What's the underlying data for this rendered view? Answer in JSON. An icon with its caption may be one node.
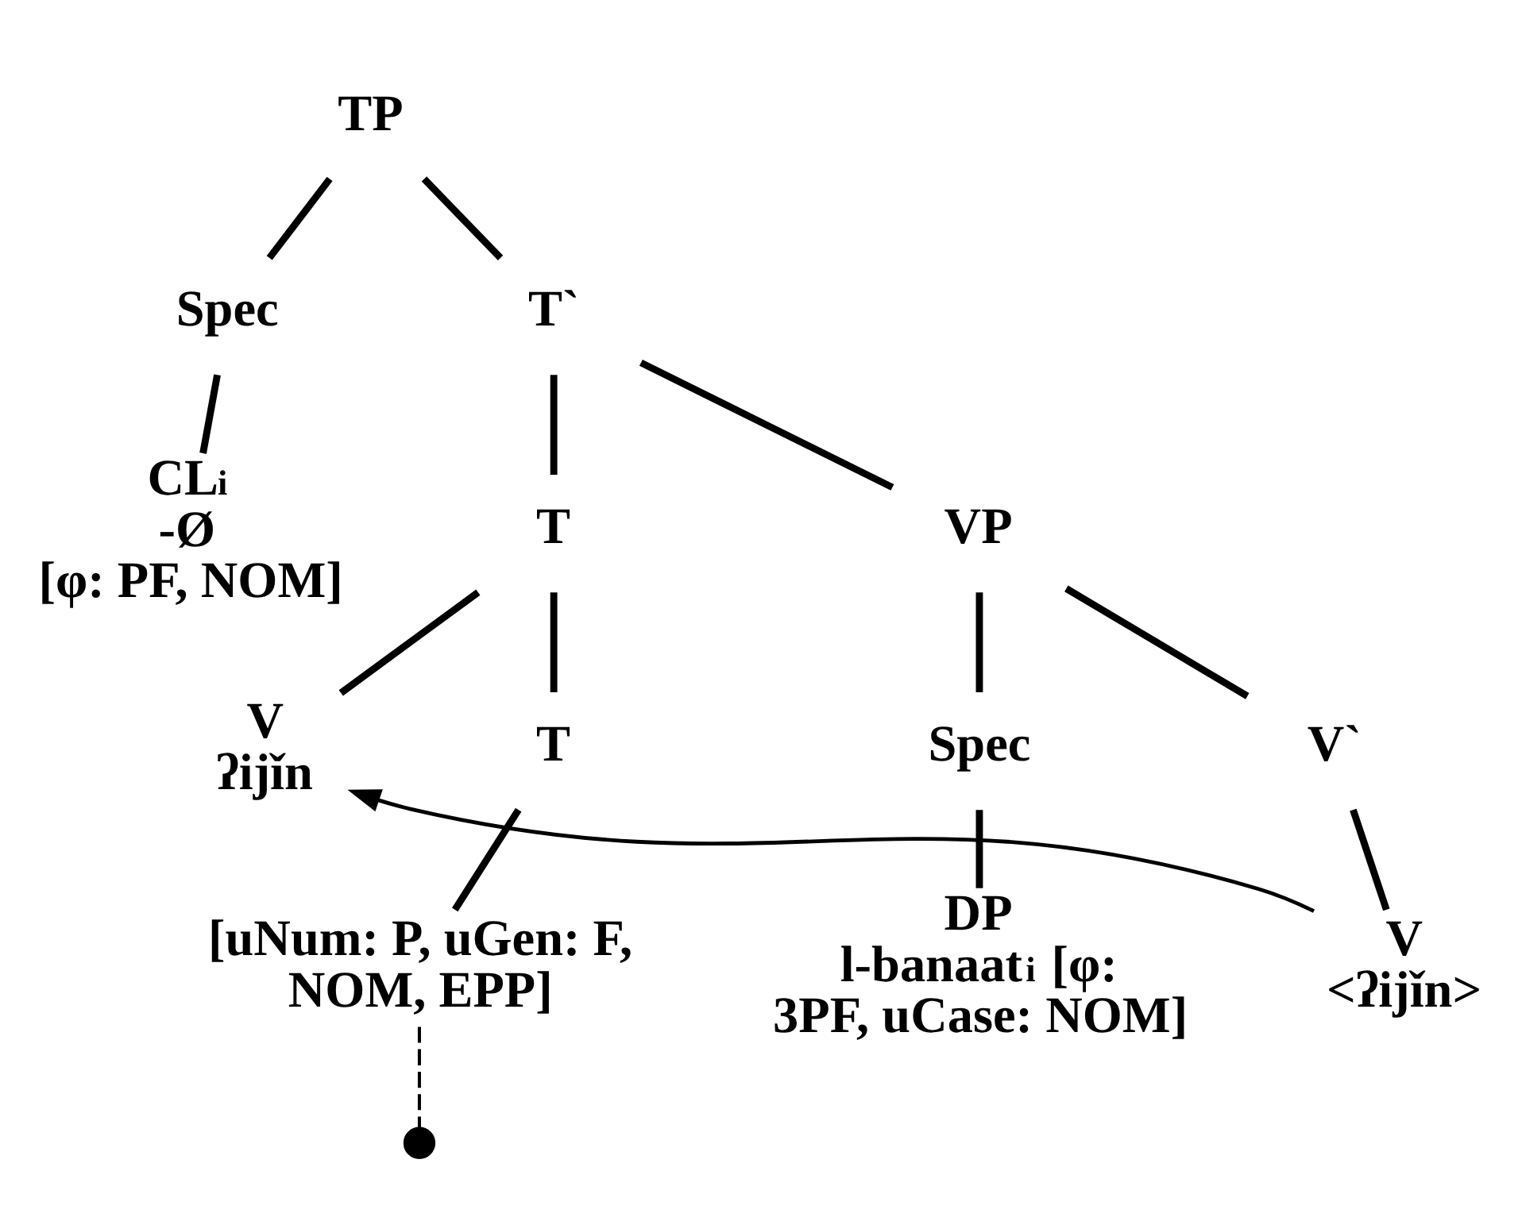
{
  "diagram": {
    "nodes": [
      {
        "text": [
          "TP"
        ]
      },
      {
        "text": [
          "Spec"
        ]
      },
      {
        "text": [
          "T`"
        ]
      },
      {
        "text": [
          "CL$_{i}$",
          "-Ø",
          "[φ: PF, NOM]"
        ]
      },
      {
        "text": [
          "T"
        ]
      },
      {
        "text": [
          "VP"
        ]
      },
      {
        "text": [
          "V",
          "ʔijǐn"
        ]
      },
      {
        "text": [
          "T"
        ]
      },
      {
        "text": [
          "Spec"
        ]
      },
      {
        "text": [
          "V`"
        ]
      },
      {
        "text": [
          "[uNum: P, uGen: F, NOM, EPP]"
        ]
      },
      {
        "text": [
          "DP",
          "l-banaat$_{i}$ [φ: 3PF, uCase: NOM]"
        ]
      },
      {
        "text": [
          "V",
          "<ʔijǐn>"
        ]
      },
      {
        "text": [],
        "shape": "circle"
      }
    ],
    "edges": [
      {
        "from": 0,
        "to": 1,
        "arrow": "none"
      },
      {
        "from": 0,
        "to": 2,
        "arrow": "none"
      },
      {
        "from": 1,
        "to": 3,
        "arrow": "none"
      },
      {
        "from": 2,
        "to": 4,
        "arrow": "none"
      },
      {
        "from": 2,
        "to": 5,
        "arrow": "none"
      },
      {
        "from": 4,
        "to": 6,
        "arrow": "none"
      },
      {
        "from": 4,
        "to": 7,
        "arrow": "none"
      },
      {
        "from": 5,
        "to": 8,
        "arrow": "none"
      },
      {
        "from": 5,
        "to": 9,
        "arrow": "none"
      },
      {
        "from": 7,
        "to": 10,
        "arrow": "none"
      },
      {
        "from": 8,
        "to": 11,
        "arrow": "none"
      },
      {
        "from": 9,
        "to": 12,
        "arrow": "none"
      },
      {
        "from": 10,
        "to": 13,
        "arrow": "none",
        "style": "dashed"
      },
      {
        "from": 12,
        "to": 6,
        "arrow": "to"
      }
    ]
  }
}
